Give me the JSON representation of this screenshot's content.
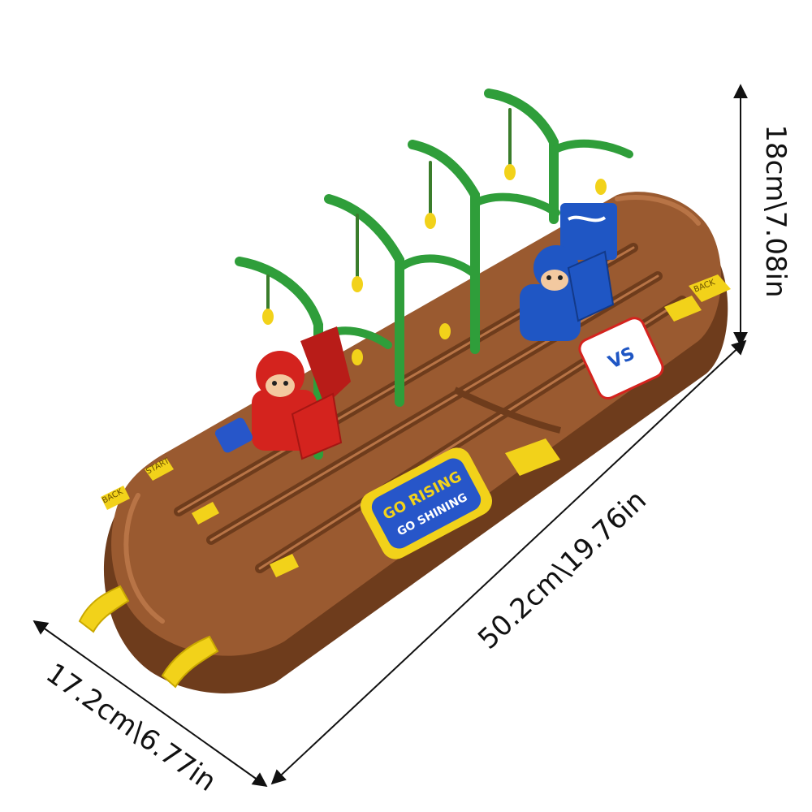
{
  "dimensions": {
    "height": "18cm\\7.08in",
    "length": "50.2cm\\19.76in",
    "width": "17.2cm\\6.77in"
  },
  "stickers": {
    "main_line1": "GO RISING",
    "main_line2": "GO SHINING",
    "vs": "VS"
  },
  "slot_labels": {
    "start": "START",
    "back": "BACK"
  },
  "colors": {
    "board": "#9a5a30",
    "board_dark": "#6e3c1c",
    "board_light": "#b87446",
    "accent_yellow": "#f2d21a",
    "tree_green": "#2f9e3a",
    "red_player": "#d4231e",
    "blue_player": "#1f56c4"
  }
}
